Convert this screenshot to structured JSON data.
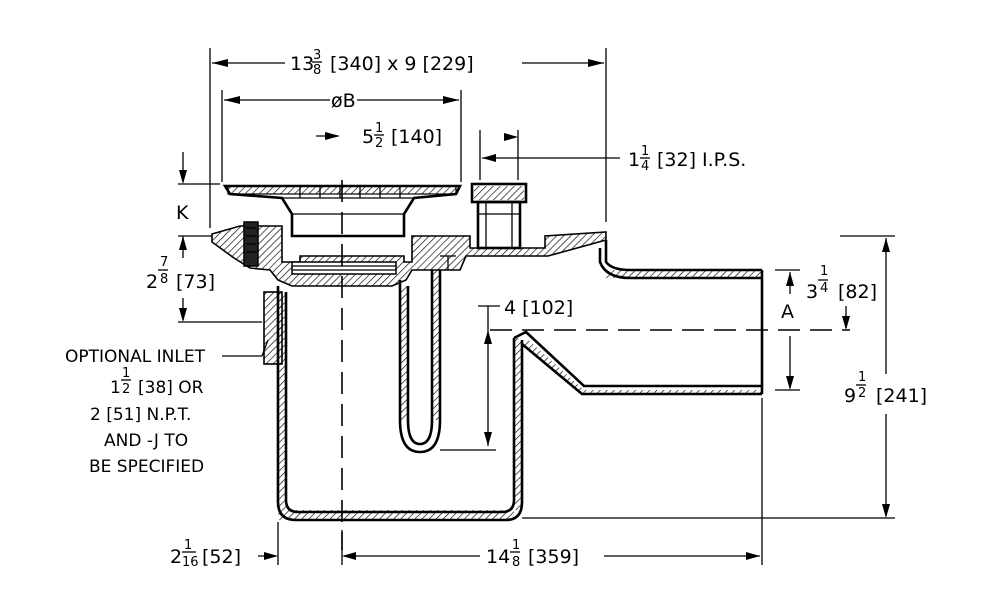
{
  "dimensions": {
    "overall_whole": "13",
    "overall_num": "3",
    "overall_den": "8",
    "overall_rest": "[340] x 9 [229]",
    "diameter_b": "øB",
    "top_dim_whole": "5",
    "top_dim_num": "1",
    "top_dim_den": "2",
    "top_dim_rest": "[140]",
    "ips_whole": "1",
    "ips_num": "1",
    "ips_den": "4",
    "ips_rest": "[32] I.P.S.",
    "k_label": "K",
    "left_height_whole": "2",
    "left_height_num": "7",
    "left_height_den": "8",
    "left_height_rest": "[73]",
    "outlet_whole": "3",
    "outlet_num": "1",
    "outlet_den": "4",
    "outlet_rest": "[82]",
    "a_label": "A",
    "inner_dim": "4 [102]",
    "total_height_whole": "9",
    "total_height_num": "1",
    "total_height_den": "2",
    "total_height_rest": "[241]",
    "bottom_left_whole": "2",
    "bottom_left_num": "1",
    "bottom_left_den": "16",
    "bottom_left_rest": "[52]",
    "bottom_right_whole": "14",
    "bottom_right_num": "1",
    "bottom_right_den": "8",
    "bottom_right_rest": "[359]"
  },
  "notes": {
    "line1": "OPTIONAL INLET",
    "line2_whole": "1",
    "line2_num": "1",
    "line2_den": "2",
    "line2_rest": "[38] OR",
    "line3": "2 [51] N.P.T.",
    "line4": "AND -J TO",
    "line5": "BE SPECIFIED"
  }
}
